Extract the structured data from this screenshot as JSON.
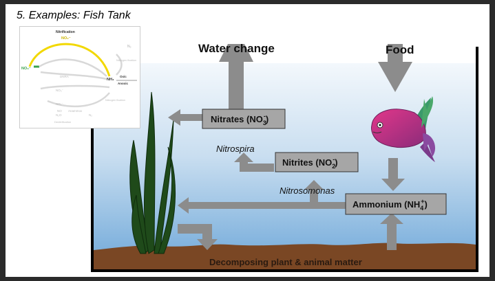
{
  "slide": {
    "title": "5.  Examples: Fish Tank"
  },
  "diagram": {
    "water_change_label": "Water change",
    "food_label": "Food",
    "nitrates_label": "Nitrates (NO",
    "nitrates_sub": "3",
    "nitrates_sup": "-",
    "nitrites_label": "Nitrites (NO",
    "nitrites_sub": "2",
    "nitrites_sup": "-",
    "ammonium_label": "Ammonium (NH",
    "ammonium_sub": "4",
    "ammonium_sup": "+",
    "close_paren": ")",
    "nitrospira_label": "Nitrospira",
    "nitrosomonas_label": "Nitrosomonas",
    "substrate_label": "Decomposing plant & animal matter"
  },
  "inset": {
    "title": "Nitrification",
    "no2_top": "NO₂⁻",
    "no3_left": "NO₃⁻",
    "nh3": "NH₃",
    "n2": "N₂",
    "oxic": "Oxic",
    "anoxic": "Anoxic",
    "nitrogen_fixation_1": "Nitrogen fixation",
    "nitrogen_fixation_2": "Nitrogen fixation",
    "dnra": "DNRA",
    "denitrification": "Denitrification",
    "anammox": "Anammox",
    "no3_lower": "NO₃⁻",
    "no2_lower": "NO₂⁻",
    "no_label": "NO",
    "n2o_label": "N₂O",
    "n2_lower": "N₂"
  },
  "colors": {
    "water_top": "#f3f8fc",
    "water_bottom": "#6fa8d9",
    "arrow_gray": "#8c8c8c",
    "box_gray": "#a6a6a6",
    "soil": "#7a4724",
    "plant": "#1f4a1a",
    "nitrification_yellow": "#f2d800",
    "nitrate_green": "#3aa14a"
  }
}
